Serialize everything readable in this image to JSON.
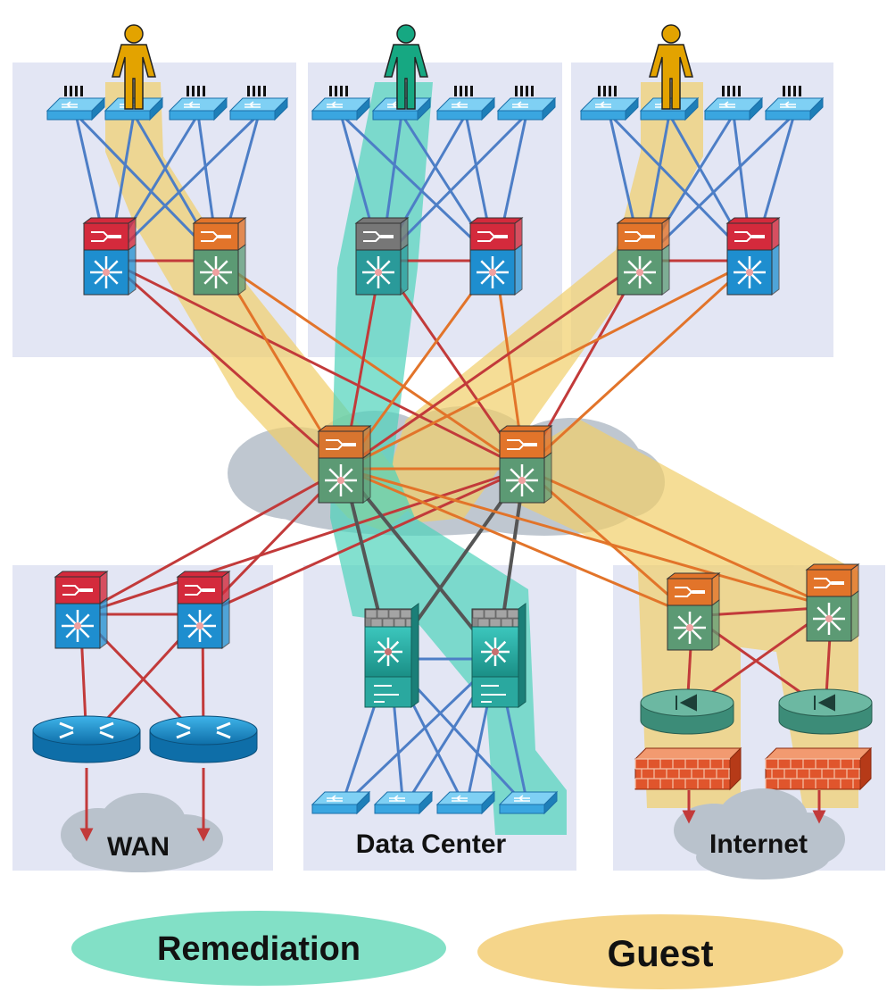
{
  "zones": {
    "wan_label": "WAN",
    "datacenter_label": "Data Center",
    "internet_label": "Internet"
  },
  "legend": {
    "remediation_label": "Remediation",
    "guest_label": "Guest",
    "remediation_color": "#82e0c6",
    "guest_color": "#f5d58a"
  },
  "colors": {
    "panel": "#e3e6f4",
    "cloud": "#b9c2cc",
    "link_blue": "#4d7ec6",
    "link_red": "#c23a3a",
    "link_orange": "#e2742a",
    "link_dark": "#555555",
    "guest_path": "#f1cf6a",
    "remediation_path": "#4ed3bb",
    "user_guest": "#e3a300",
    "user_remediation": "#16a882"
  },
  "icons": {
    "user": "user-icon",
    "access_switch": "access-switch-icon",
    "distribution_switch": "multilayer-switch-icon",
    "core_switch": "core-switch-icon",
    "router": "router-icon",
    "firewall": "firewall-icon",
    "vpn_concentrator": "vpn-concentrator-icon",
    "datacenter_switch": "datacenter-switch-icon"
  }
}
